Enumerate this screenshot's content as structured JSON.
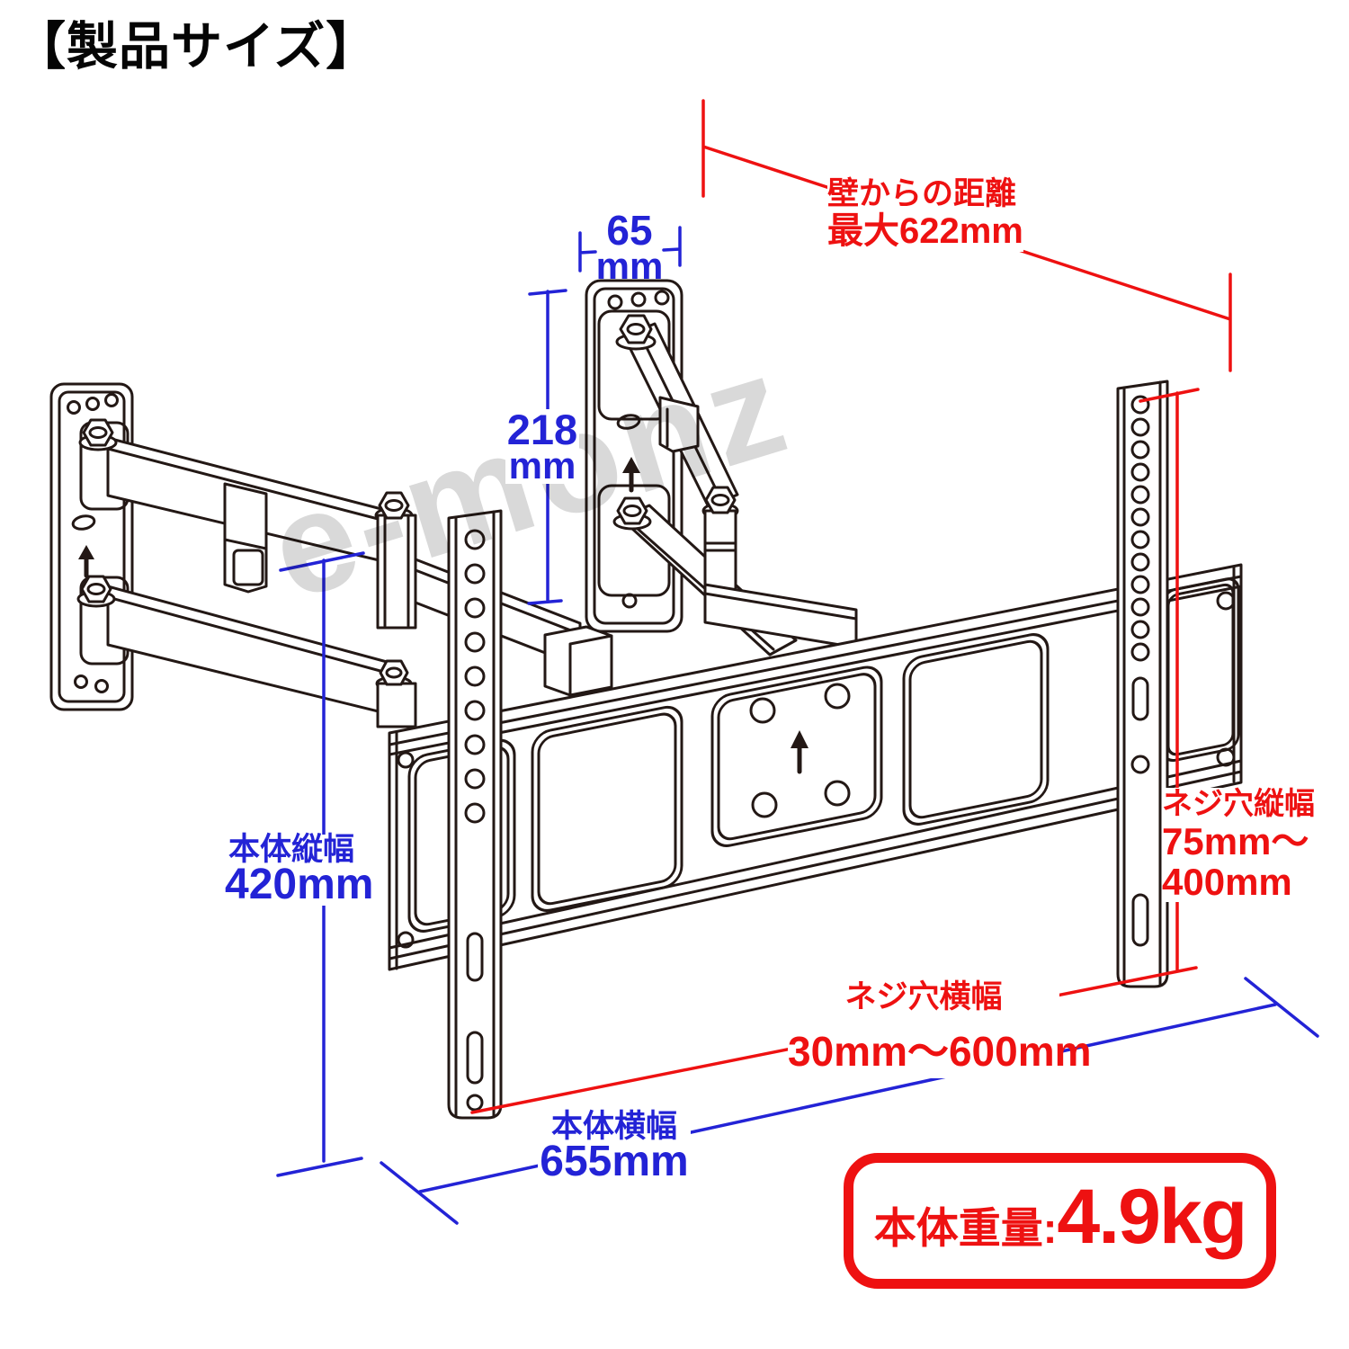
{
  "title": "【製品サイズ】",
  "watermark": "e-monz",
  "colors": {
    "dimension_blue": "#2323d6",
    "dimension_red": "#ee1111",
    "line_art": "#231815"
  },
  "dimensions": {
    "top_width": {
      "value": "65",
      "unit": "mm"
    },
    "plate_height": {
      "value": "218",
      "unit": "mm"
    },
    "wall_distance": {
      "label": "壁からの距離",
      "value": "最大622mm"
    },
    "body_height": {
      "label": "本体縦幅",
      "value": "420mm"
    },
    "body_width": {
      "label": "本体横幅",
      "value": "655mm"
    },
    "screw_hole_vertical": {
      "label": "ネジ穴縦幅",
      "range_line1": "75mm〜",
      "range_line2": "400mm"
    },
    "screw_hole_horizontal": {
      "label": "ネジ穴横幅",
      "range": "30mm〜600mm"
    }
  },
  "weight": {
    "label": "本体重量:",
    "value": "4.9kg"
  }
}
